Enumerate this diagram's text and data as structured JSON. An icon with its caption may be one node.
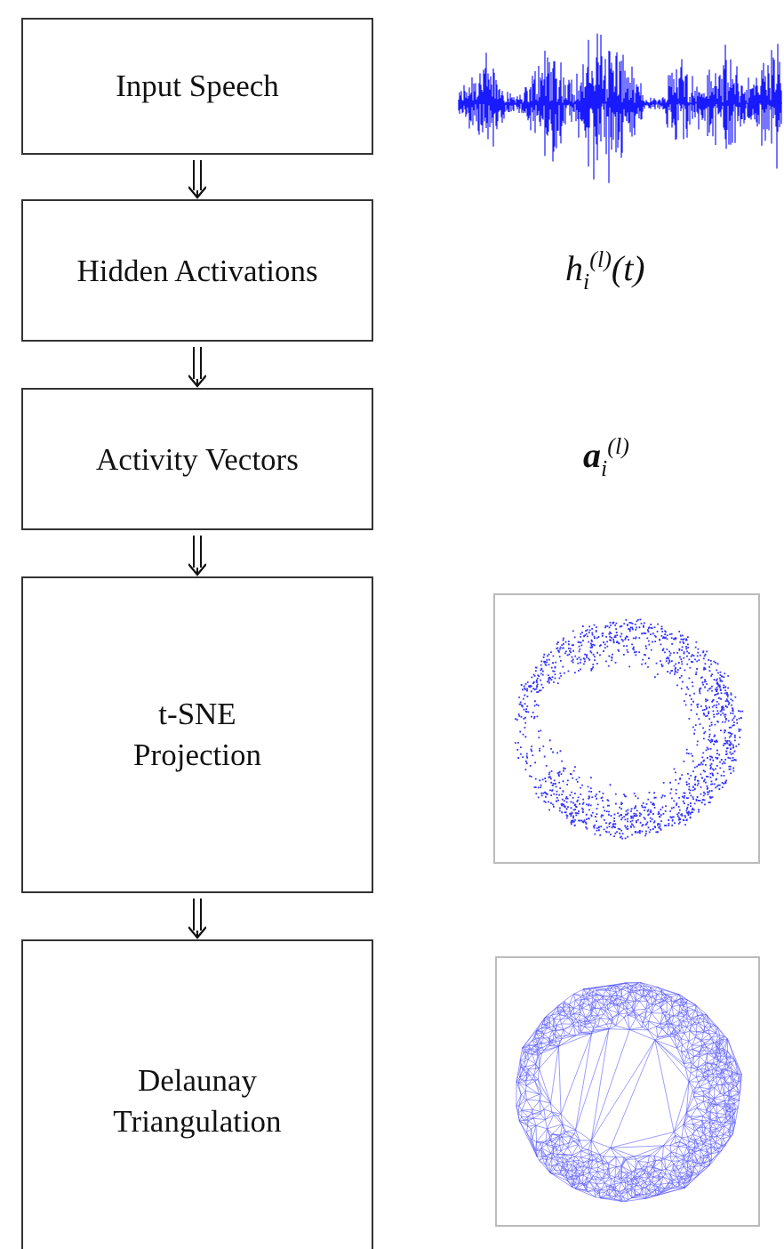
{
  "diagram": {
    "nodes": [
      {
        "text": [
          "Input Speech"
        ]
      },
      {
        "text": [
          "Hidden Activations"
        ]
      },
      {
        "text": [
          "Activity Vectors"
        ]
      },
      {
        "text": [
          "t-SNE Projection"
        ]
      },
      {
        "text": [
          "Delaunay Triangulation"
        ]
      }
    ],
    "edges": [
      {
        "from": 0,
        "to": 1,
        "arrow": "to"
      },
      {
        "from": 1,
        "to": 2,
        "arrow": "to"
      },
      {
        "from": 2,
        "to": 3,
        "arrow": "to"
      },
      {
        "from": 3,
        "to": 4,
        "arrow": "to"
      }
    ],
    "labels": [
      "*h*$_{i}$$^{(l)}$(*t*)",
      "**a**$_{i}$$^{(l)}$"
    ]
  }
}
